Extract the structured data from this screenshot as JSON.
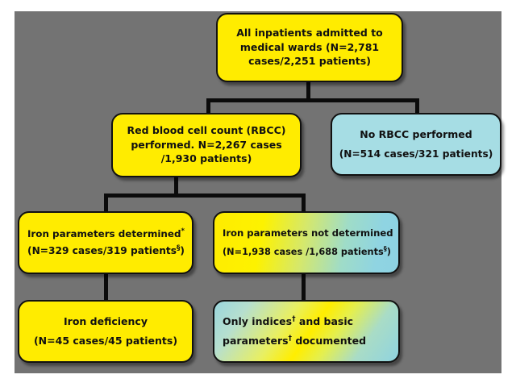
{
  "figure": {
    "type": "flowchart",
    "background_color": "#737373",
    "page_color": "#ffffff",
    "node_outline_color": "#111111",
    "fill_colors": {
      "yellow": "#ffec00",
      "cyan": "#a6dde4"
    }
  },
  "nodes": {
    "top": {
      "name": "all-inpatients",
      "fill": "yellow",
      "lines": [
        "All inpatients admitted to",
        "medical wards (N=2,781",
        "cases/2,251 patients)"
      ]
    },
    "rbcc_performed": {
      "name": "rbcc-performed",
      "fill": "yellow",
      "lines": [
        "Red blood cell count (RBCC)",
        "performed. N=2,267 cases",
        "/1,930 patients)"
      ]
    },
    "no_rbcc": {
      "name": "no-rbcc-performed",
      "fill": "cyan",
      "lines": [
        "No RBCC performed",
        "(N=514 cases/321 patients)"
      ]
    },
    "iron_determined": {
      "name": "iron-parameters-determined",
      "fill": "yellow",
      "lines": [
        "Iron parameters determined*",
        "(N=329 cases/319 patients§)"
      ]
    },
    "iron_not_determined": {
      "name": "iron-parameters-not-determined",
      "fill": "gradient-horizontal",
      "lines": [
        "Iron parameters not determined",
        "(N=1,938 cases /1,688 patients§)"
      ]
    },
    "iron_deficiency": {
      "name": "iron-deficiency",
      "fill": "yellow",
      "lines": [
        "Iron deficiency",
        "(N=45 cases/45 patients)"
      ]
    },
    "indices_documented": {
      "name": "only-indices-documented",
      "fill": "gradient-diagonal",
      "lines": [
        "Only indices† and basic",
        "parameters† documented"
      ]
    }
  },
  "footnote_symbols": [
    "*",
    "§",
    "†"
  ],
  "chart_data": {
    "type": "table",
    "title": "Patient flow through red blood cell count and iron parameter assessment",
    "levels": [
      {
        "level": 1,
        "label": "All inpatients admitted to medical wards",
        "cases": 2781,
        "patients": 2251
      },
      {
        "level": 2,
        "label": "Red blood cell count (RBCC) performed",
        "cases": 2267,
        "patients": 1930
      },
      {
        "level": 2,
        "label": "No RBCC performed",
        "cases": 514,
        "patients": 321
      },
      {
        "level": 3,
        "label": "Iron parameters determined*",
        "cases": 329,
        "patients": 319
      },
      {
        "level": 3,
        "label": "Iron parameters not determined",
        "cases": 1938,
        "patients": 1688
      },
      {
        "level": 4,
        "label": "Iron deficiency",
        "cases": 45,
        "patients": 45
      },
      {
        "level": 4,
        "label": "Only indices and basic parameters documented",
        "cases": null,
        "patients": null
      }
    ],
    "edges": [
      [
        "All inpatients admitted to medical wards",
        "Red blood cell count (RBCC) performed"
      ],
      [
        "All inpatients admitted to medical wards",
        "No RBCC performed"
      ],
      [
        "Red blood cell count (RBCC) performed",
        "Iron parameters determined*"
      ],
      [
        "Red blood cell count (RBCC) performed",
        "Iron parameters not determined"
      ],
      [
        "Iron parameters determined*",
        "Iron deficiency"
      ],
      [
        "Iron parameters not determined",
        "Only indices and basic parameters documented"
      ]
    ]
  }
}
